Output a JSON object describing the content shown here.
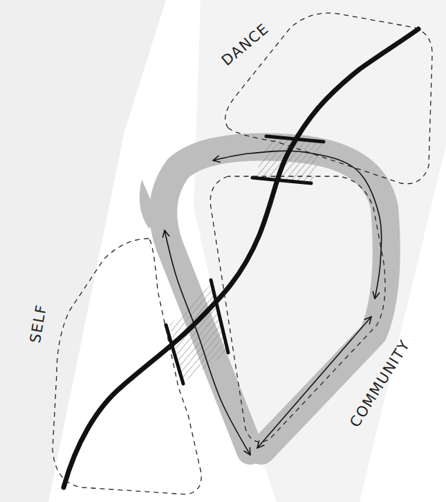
{
  "diagram": {
    "nodes": [
      {
        "text": [
          "DANCE"
        ]
      },
      {
        "text": [
          "SELF"
        ]
      },
      {
        "text": [
          "COMMUNITY"
        ]
      }
    ],
    "edges": [
      {
        "from": 0,
        "to": 2,
        "arrow": "both"
      },
      {
        "from": 2,
        "to": 1,
        "arrow": "both"
      }
    ]
  }
}
